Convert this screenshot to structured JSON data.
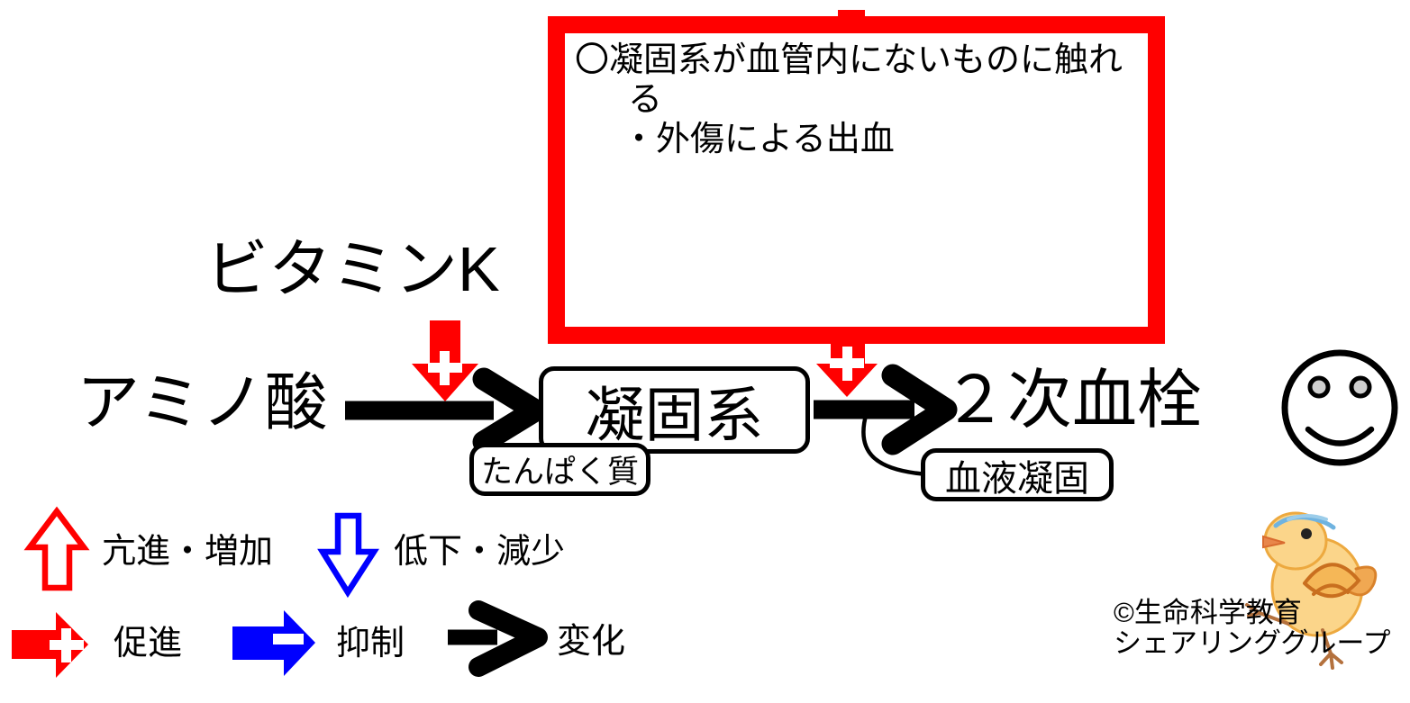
{
  "note_box": {
    "line1": "〇凝固系が血管内にないものに触れ",
    "line2": "る",
    "line3": "・外傷による出血"
  },
  "flow": {
    "vitamin_k": "ビタミンK",
    "amino_acid": "アミノ酸",
    "coagulation_system": "凝固系",
    "protein_tag": "たんぱく質",
    "secondary_thrombus": "２次血栓",
    "blood_coagulation_tag": "血液凝固"
  },
  "legend": {
    "items": [
      {
        "icon": "up-arrow-red-outline-icon",
        "label": "亢進・増加",
        "color": "#ff0000"
      },
      {
        "icon": "down-arrow-blue-outline-icon",
        "label": "低下・減少",
        "color": "#0000ff"
      },
      {
        "icon": "right-arrow-red-plus-icon",
        "label": "促進",
        "symbol": "+",
        "color": "#ff0000"
      },
      {
        "icon": "right-arrow-blue-minus-icon",
        "label": "抑制",
        "symbol": "−",
        "color": "#0000ff"
      },
      {
        "icon": "right-arrow-black-icon",
        "label": "変化",
        "color": "#000000"
      }
    ]
  },
  "footer": {
    "credit_line1": "©生命科学教育",
    "credit_line2": "シェアリンググループ"
  },
  "colors": {
    "red": "#ff0000",
    "blue": "#0000ff",
    "black": "#000000"
  }
}
